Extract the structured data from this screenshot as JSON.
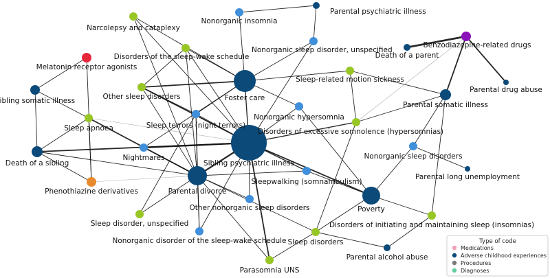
{
  "colors": {
    "medication": "#e8263a",
    "ace": "#0c4a7a",
    "procedure": "#8b12b8",
    "diagnosis_green": "#98c625",
    "diagnosis_blue": "#3f8fdb",
    "diagnosis_orange": "#e88a2e",
    "edge": "#111111"
  },
  "legend": {
    "title": "Type of code",
    "items": [
      {
        "label": "Medications",
        "color": "#f0a0b6"
      },
      {
        "label": "Adverse childhood experiences",
        "color": "#0c4a7a"
      },
      {
        "label": "Procedures",
        "color": "#7a7a7a"
      },
      {
        "label": "Diagnoses",
        "color": "#5fcf9b"
      }
    ]
  },
  "nodes": [
    {
      "id": "nonorganic_insomnia",
      "label": "Nonorganic insomnia",
      "type": "diagnosis_blue",
      "size": 6
    },
    {
      "id": "parental_psychiatric",
      "label": "Parental psychiatric illness",
      "type": "ace",
      "size": 5
    },
    {
      "id": "narcolepsy",
      "label": "Narcolepsy and cataplexy",
      "type": "diagnosis_green",
      "size": 6
    },
    {
      "id": "disorders_sleep_wake_schedule",
      "label": "Disorders of the sleep-wake schedule",
      "type": "diagnosis_green",
      "size": 6
    },
    {
      "id": "nonorganic_unspecified",
      "label": "Nonorganic sleep disorder, unspecified",
      "type": "diagnosis_blue",
      "size": 6
    },
    {
      "id": "benzodiazepine",
      "label": "Benzodiazepine-related drugs",
      "type": "procedure",
      "size": 7
    },
    {
      "id": "death_parent",
      "label": "Death of a parent",
      "type": "ace",
      "size": 5
    },
    {
      "id": "melatonin",
      "label": "Melatonin receptor agonists",
      "type": "medication",
      "size": 7
    },
    {
      "id": "foster_care",
      "label": "Foster care",
      "type": "ace",
      "size": 16
    },
    {
      "id": "sleep_motion",
      "label": "Sleep-related motion sickness",
      "type": "diagnosis_green",
      "size": 6
    },
    {
      "id": "other_sleep_disorders",
      "label": "Other sleep disorders",
      "type": "diagnosis_green",
      "size": 6
    },
    {
      "id": "parental_drug_abuse",
      "label": "Parental drug abuse",
      "type": "ace",
      "size": 4
    },
    {
      "id": "sibling_somatic",
      "label": "Sibling somatic illness",
      "type": "ace",
      "size": 7
    },
    {
      "id": "parental_somatic",
      "label": "Parental somatic illness",
      "type": "ace",
      "size": 8
    },
    {
      "id": "nonorganic_hypersomnia",
      "label": "Nonorganic hypersomnia",
      "type": "diagnosis_blue",
      "size": 6
    },
    {
      "id": "sleep_terrors",
      "label": "Sleep terrors (night terrors)",
      "type": "diagnosis_blue",
      "size": 6
    },
    {
      "id": "sleep_apnoea",
      "label": "Sleep apnoea",
      "type": "diagnosis_green",
      "size": 6
    },
    {
      "id": "hypersomnias",
      "label": "Disorders of excessive somnolence (hypersomnias)",
      "type": "diagnosis_green",
      "size": 6
    },
    {
      "id": "sibling_psychiatric",
      "label": "Sibling psychiatric illness",
      "type": "ace",
      "size": 26
    },
    {
      "id": "nightmares",
      "label": "Nightmares",
      "type": "diagnosis_blue",
      "size": 6
    },
    {
      "id": "death_sibling",
      "label": "Death of a sibling",
      "type": "ace",
      "size": 8
    },
    {
      "id": "nonorganic_sleep_disorders",
      "label": "Nonorganic sleep disorders",
      "type": "diagnosis_blue",
      "size": 6
    },
    {
      "id": "parental_long_unemployment",
      "label": "Parental long unemployment",
      "type": "ace",
      "size": 4
    },
    {
      "id": "parental_divorce",
      "label": "Parental divorce",
      "type": "ace",
      "size": 14
    },
    {
      "id": "sleepwalking",
      "label": "Sleepwalking (somnambulism)",
      "type": "diagnosis_blue",
      "size": 6
    },
    {
      "id": "phenothiazine",
      "label": "Phenothiazine derivatives",
      "type": "diagnosis_orange",
      "size": 7
    },
    {
      "id": "other_nonorganic",
      "label": "Other nonorganic sleep disorders",
      "type": "diagnosis_blue",
      "size": 6
    },
    {
      "id": "poverty",
      "label": "Poverty",
      "type": "ace",
      "size": 13
    },
    {
      "id": "sleep_unspecified",
      "label": "Sleep disorder, unspecified",
      "type": "diagnosis_green",
      "size": 6
    },
    {
      "id": "insomnias",
      "label": "Disorders of initiating and maintaining sleep (insomnias)",
      "type": "diagnosis_green",
      "size": 6
    },
    {
      "id": "nonorganic_sleep_wake_schedule",
      "label": "Nonorganic disorder of the sleep-wake schedule",
      "type": "diagnosis_blue",
      "size": 6
    },
    {
      "id": "sleep_disorders",
      "label": "Sleep disorders",
      "type": "diagnosis_green",
      "size": 6
    },
    {
      "id": "parental_alcohol",
      "label": "Parental alcohol abuse",
      "type": "ace",
      "size": 5
    },
    {
      "id": "parasomnia",
      "label": "Parasomnia UNS",
      "type": "diagnosis_green",
      "size": 6
    }
  ],
  "edges": [
    [
      "nonorganic_insomnia",
      "parental_psychiatric",
      1
    ],
    [
      "nonorganic_insomnia",
      "foster_care",
      1
    ],
    [
      "parental_psychiatric",
      "nonorganic_unspecified",
      1
    ],
    [
      "narcolepsy",
      "foster_care",
      1
    ],
    [
      "narcolepsy",
      "sibling_psychiatric",
      1
    ],
    [
      "narcolepsy",
      "parental_divorce",
      1
    ],
    [
      "disorders_sleep_wake_schedule",
      "foster_care",
      1
    ],
    [
      "disorders_sleep_wake_schedule",
      "sibling_psychiatric",
      1
    ],
    [
      "disorders_sleep_wake_schedule",
      "parental_divorce",
      1
    ],
    [
      "disorders_sleep_wake_schedule",
      "other_sleep_disorders",
      1
    ],
    [
      "nonorganic_unspecified",
      "foster_care",
      1
    ],
    [
      "nonorganic_unspecified",
      "sibling_psychiatric",
      1
    ],
    [
      "benzodiazepine",
      "death_parent",
      3
    ],
    [
      "benzodiazepine",
      "parental_somatic",
      2
    ],
    [
      "benzodiazepine",
      "parental_drug_abuse",
      2
    ],
    [
      "benzodiazepine",
      "hypersomnias",
      0.5
    ],
    [
      "melatonin",
      "sibling_somatic",
      1
    ],
    [
      "melatonin",
      "phenothiazine",
      1
    ],
    [
      "sibling_somatic",
      "death_sibling",
      1
    ],
    [
      "sibling_somatic",
      "sleep_apnoea",
      1
    ],
    [
      "foster_care",
      "other_sleep_disorders",
      2
    ],
    [
      "foster_care",
      "sleep_terrors",
      1
    ],
    [
      "foster_care",
      "sibling_psychiatric",
      1.5
    ],
    [
      "foster_care",
      "nonorganic_hypersomnia",
      1
    ],
    [
      "foster_care",
      "sleep_motion",
      1
    ],
    [
      "foster_care",
      "nightmares",
      1
    ],
    [
      "sleep_motion",
      "parental_somatic",
      1
    ],
    [
      "sleep_motion",
      "hypersomnias",
      1
    ],
    [
      "other_sleep_disorders",
      "sibling_psychiatric",
      2
    ],
    [
      "other_sleep_disorders",
      "parental_divorce",
      1
    ],
    [
      "other_sleep_disorders",
      "sleep_terrors",
      1
    ],
    [
      "parental_somatic",
      "hypersomnias",
      1
    ],
    [
      "parental_somatic",
      "nonorganic_sleep_disorders",
      1
    ],
    [
      "parental_somatic",
      "insomnias",
      1
    ],
    [
      "nonorganic_hypersomnia",
      "sibling_psychiatric",
      1
    ],
    [
      "nonorganic_hypersomnia",
      "poverty",
      1
    ],
    [
      "sleep_terrors",
      "parental_divorce",
      1
    ],
    [
      "sleep_terrors",
      "sibling_psychiatric",
      1
    ],
    [
      "sleep_terrors",
      "nonorganic_sleep_wake_schedule",
      1
    ],
    [
      "sleep_terrors",
      "sleep_unspecified",
      1
    ],
    [
      "sleep_apnoea",
      "sibling_psychiatric",
      0.6
    ],
    [
      "sleep_apnoea",
      "parental_divorce",
      2
    ],
    [
      "sleep_apnoea",
      "phenothiazine",
      1
    ],
    [
      "sleep_apnoea",
      "death_sibling",
      1
    ],
    [
      "hypersomnias",
      "sibling_psychiatric",
      1.5
    ],
    [
      "hypersomnias",
      "sleep_disorders",
      1
    ],
    [
      "sibling_psychiatric",
      "nightmares",
      2.5
    ],
    [
      "sibling_psychiatric",
      "parental_divorce",
      2.5
    ],
    [
      "sibling_psychiatric",
      "sleepwalking",
      1.5
    ],
    [
      "sibling_psychiatric",
      "other_nonorganic",
      1
    ],
    [
      "sibling_psychiatric",
      "poverty",
      2
    ],
    [
      "sibling_psychiatric",
      "parasomnia",
      2
    ],
    [
      "sibling_psychiatric",
      "death_sibling",
      2
    ],
    [
      "sibling_psychiatric",
      "nonorganic_sleep_wake_schedule",
      1
    ],
    [
      "nightmares",
      "parental_divorce",
      1
    ],
    [
      "death_sibling",
      "parental_divorce",
      1
    ],
    [
      "death_sibling",
      "phenothiazine",
      1
    ],
    [
      "nonorganic_sleep_disorders",
      "parental_long_unemployment",
      1
    ],
    [
      "nonorganic_sleep_disorders",
      "poverty",
      1
    ],
    [
      "parental_divorce",
      "sleepwalking",
      1
    ],
    [
      "parental_divorce",
      "other_nonorganic",
      1
    ],
    [
      "parental_divorce",
      "sleep_unspecified",
      1
    ],
    [
      "parental_divorce",
      "phenothiazine",
      0.5
    ],
    [
      "parental_divorce",
      "nonorganic_sleep_wake_schedule",
      1
    ],
    [
      "parental_divorce",
      "sleep_disorders",
      1
    ],
    [
      "parental_divorce",
      "parasomnia",
      1
    ],
    [
      "poverty",
      "insomnias",
      1
    ],
    [
      "poverty",
      "sleep_disorders",
      1
    ],
    [
      "poverty",
      "sleepwalking",
      1
    ],
    [
      "sleep_disorders",
      "parasomnia",
      1
    ],
    [
      "sleep_disorders",
      "parental_alcohol",
      1
    ],
    [
      "insomnias",
      "parental_alcohol",
      1
    ]
  ]
}
